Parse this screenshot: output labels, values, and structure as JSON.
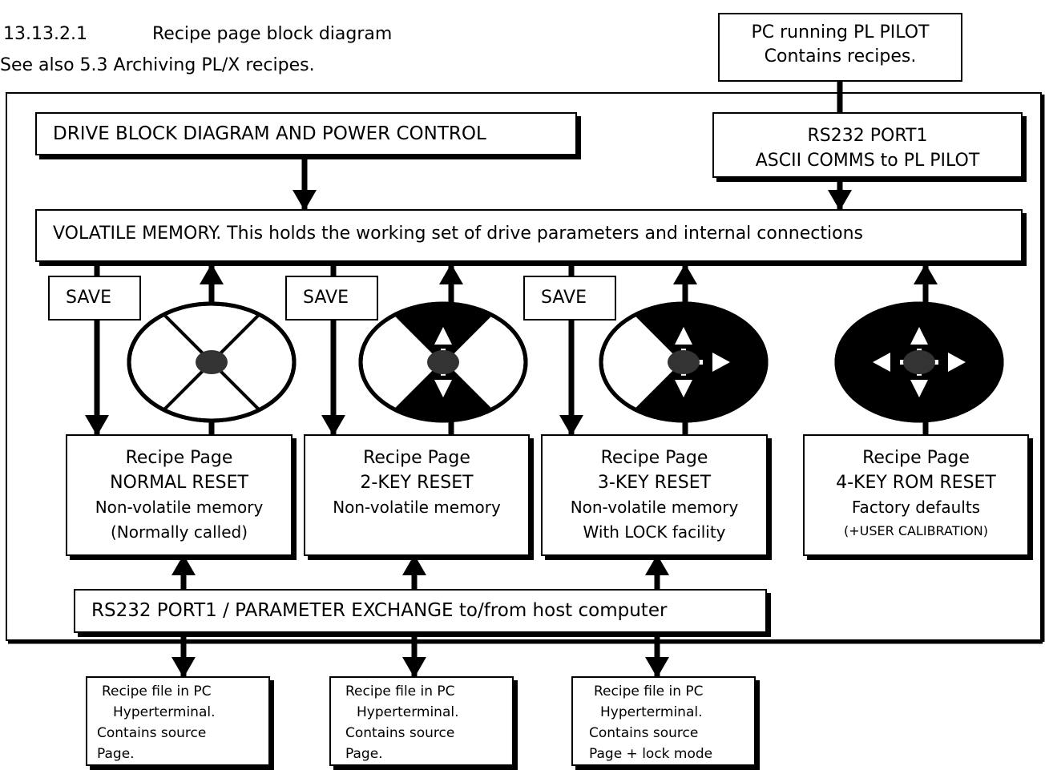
{
  "header": {
    "section_number": "13.13.2.1",
    "section_title": "Recipe page block diagram",
    "see_also": "See also 5.3 Archiving PL/X recipes."
  },
  "pc_pilot_box": [
    "PC running PL PILOT",
    "Contains recipes."
  ],
  "drive_block_box": "DRIVE BLOCK DIAGRAM AND POWER CONTROL",
  "rs232_pilot_box": [
    "RS232 PORT1",
    "ASCII COMMS to PL PILOT"
  ],
  "volatile_memory_box": "VOLATILE MEMORY. This holds the working set of drive parameters and internal connections",
  "save_label": "SAVE",
  "recipe_pages": [
    {
      "lines": [
        "Recipe Page",
        "NORMAL RESET",
        "Non-volatile memory",
        "(Normally called)"
      ],
      "key_arrows": []
    },
    {
      "lines": [
        "Recipe Page",
        "2-KEY RESET",
        "Non-volatile memory"
      ],
      "key_arrows": [
        "up",
        "down"
      ]
    },
    {
      "lines": [
        "Recipe Page",
        "3-KEY RESET",
        "Non-volatile memory",
        "With LOCK facility"
      ],
      "key_arrows": [
        "up",
        "down",
        "right"
      ]
    },
    {
      "lines": [
        "Recipe Page",
        "4-KEY ROM RESET",
        "Factory defaults",
        "(+USER CALIBRATION)"
      ],
      "key_arrows": [
        "up",
        "down",
        "left",
        "right"
      ]
    }
  ],
  "parameter_exchange_box": "RS232 PORT1 / PARAMETER EXCHANGE to/from host computer",
  "recipe_files": [
    [
      "Recipe file in PC",
      "Hyperterminal.",
      "Contains source",
      "Page."
    ],
    [
      "Recipe file in PC",
      "Hyperterminal.",
      "Contains source",
      "Page."
    ],
    [
      "Recipe file in PC",
      "Hyperterminal.",
      "Contains source",
      "Page + lock mode"
    ]
  ],
  "colors": {
    "ink": "#000000",
    "key_fill": "#000000",
    "hub": "#333333",
    "paper": "#ffffff"
  }
}
